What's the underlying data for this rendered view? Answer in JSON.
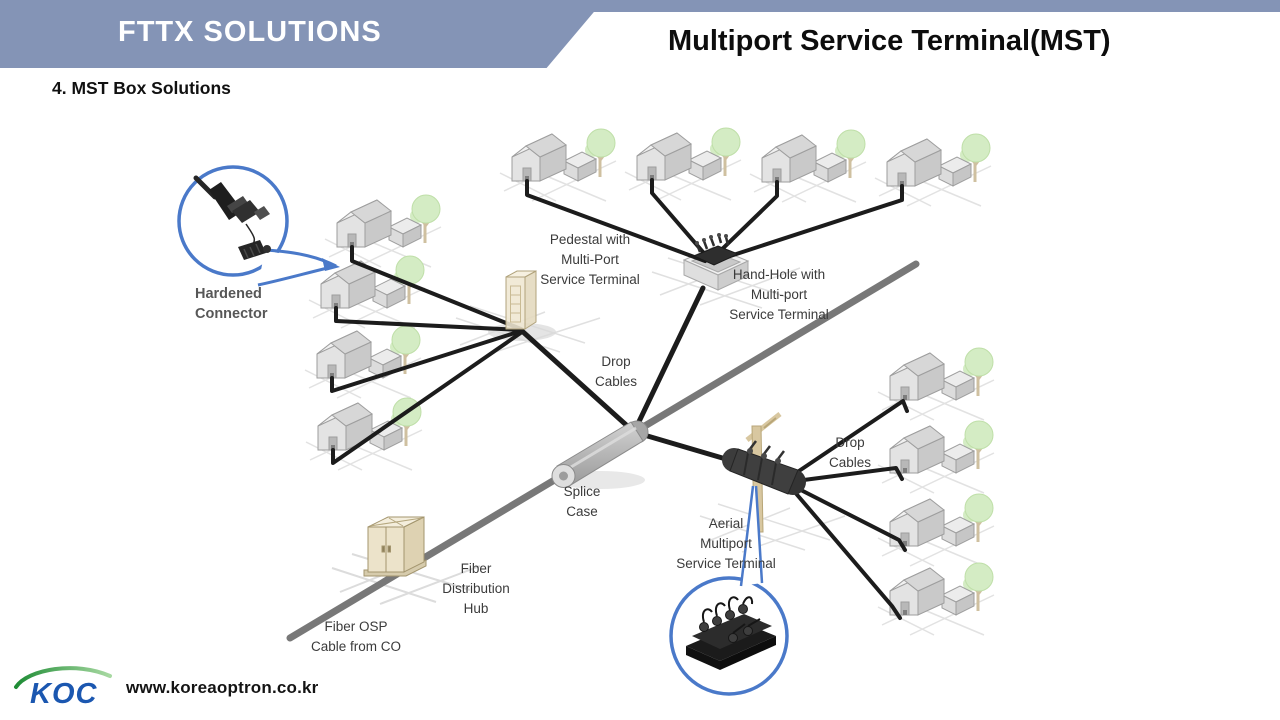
{
  "header": {
    "banner_title": "FTTX SOLUTIONS",
    "page_title": "Multiport Service Terminal(MST)",
    "section_title": "4. MST Box Solutions",
    "banner_color": "#8494b6"
  },
  "diagram": {
    "labels": {
      "hardened_connector": "Hardened\nConnector",
      "pedestal": "Pedestal with\nMulti-Port\nService Terminal",
      "hand_hole": "Hand-Hole with\nMulti-port\nService Terminal",
      "drop_cables_center": "Drop\nCables",
      "splice_case": "Splice\nCase",
      "fiber_distribution_hub": "Fiber\nDistribution\nHub",
      "fiber_osp": "Fiber OSP\nCable from CO",
      "aerial_mst": "Aerial\nMultiport\nService Terminal",
      "drop_cables_right": "Drop\nCables"
    },
    "colors": {
      "callout_blue": "#4a79c9",
      "drop_cable_black": "#1c1c1c",
      "distribution_cable_gray": "#787878"
    }
  },
  "footer": {
    "logo_text": "KOC",
    "website": "www.koreaoptron.co.kr",
    "logo_blue": "#1b57b0",
    "logo_green": "#2f9e3f"
  }
}
